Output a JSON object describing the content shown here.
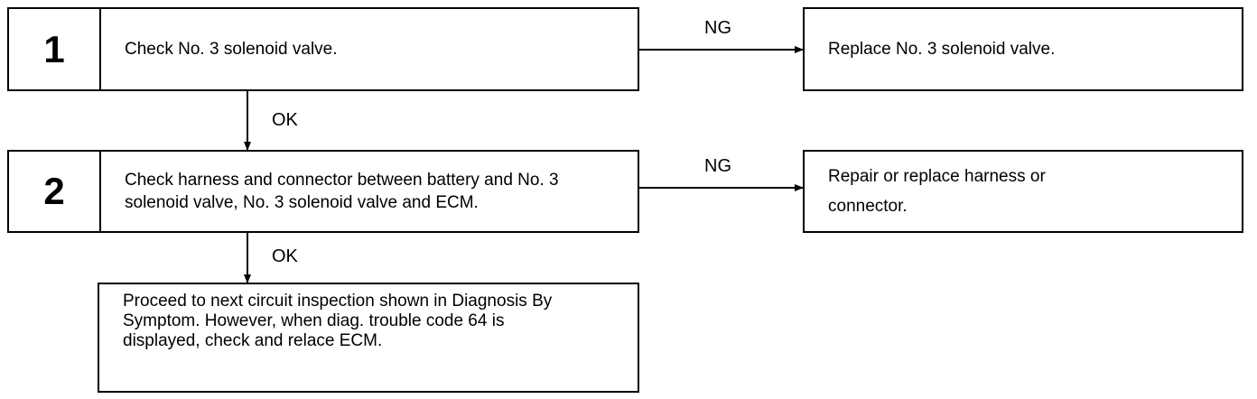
{
  "steps": [
    {
      "number": "1",
      "text": "Check No. 3 solenoid valve."
    },
    {
      "number": "2",
      "text": "Check harness and connector between battery and No. 3 solenoid valve, No. 3 solenoid valve and ECM."
    }
  ],
  "results": [
    {
      "text": "Replace No. 3 solenoid valve."
    },
    {
      "text": "Repair or replace harness or connector."
    }
  ],
  "final": {
    "text": "Proceed to next circuit inspection shown in Diagnosis By Symptom. However, when diag. trouble code 64 is displayed, check and relace ECM."
  },
  "edge_labels": {
    "ng_1": "NG",
    "ng_2": "NG",
    "ok_1": "OK",
    "ok_2": "OK"
  }
}
